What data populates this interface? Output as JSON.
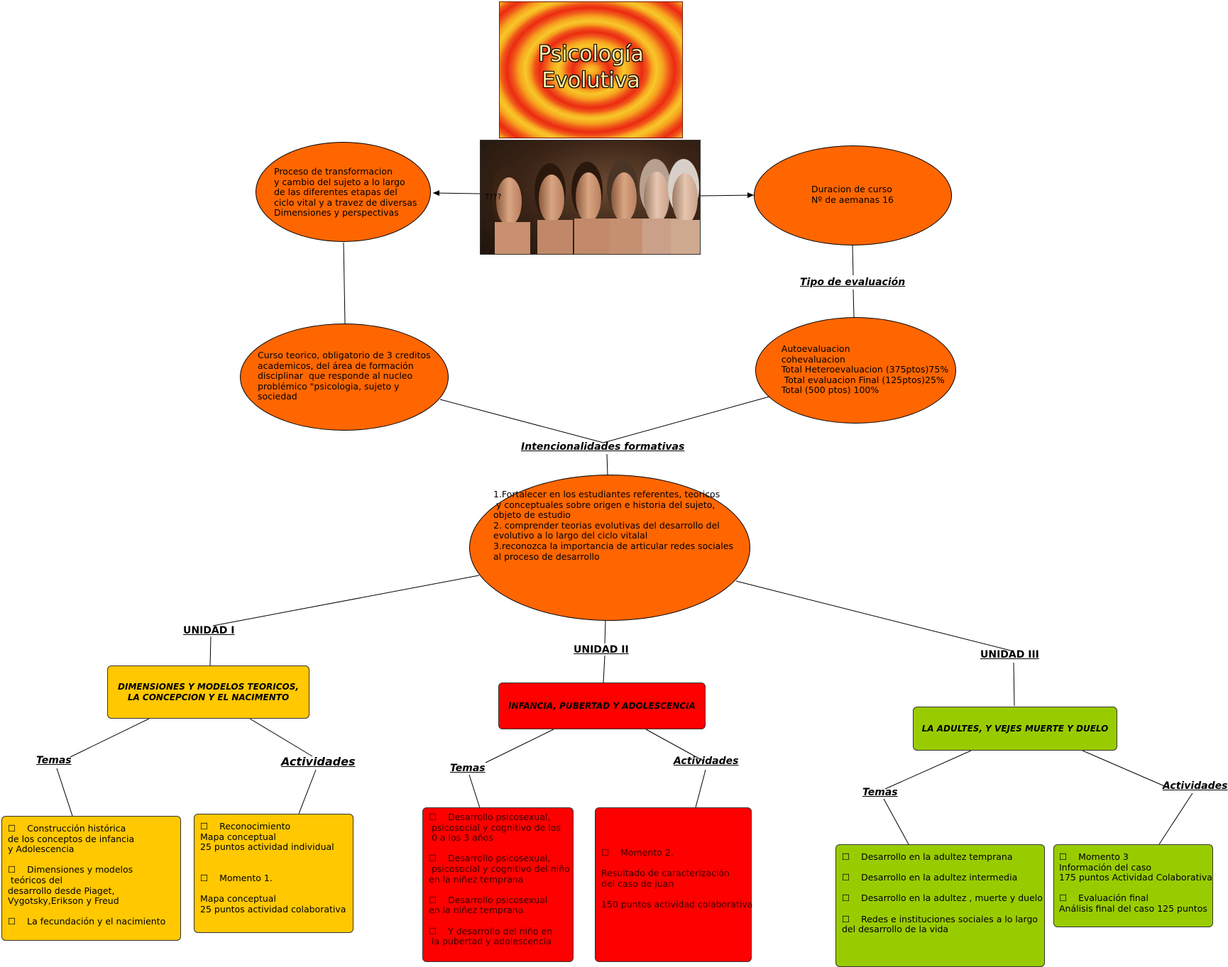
{
  "title": {
    "line1": "Psicología",
    "line2": "Evolutiva"
  },
  "photo": {
    "caption": "????"
  },
  "ovals": {
    "definition": "Proceso de transformacion\ny cambio del sujeto a lo largo\nde las diferentes etapas del\nciclo vital y a travez de diversas\nDimensiones y perspectivas",
    "duration": "Duracion de curso\nNº de aemanas 16",
    "course": "Curso teorico, obligatorio de 3 creditos\nacademicos, del área de formación\ndisciplinar  que responde al nucleo\nproblémico \"psicologia, sujeto y\nsociedad",
    "evaluation": "Autoevaluacion\ncohevaluacion\nTotal Heteroevaluacion (375ptos)75%\n Total evaluacion Final (125ptos)25%\nTotal (500 ptos) 100%",
    "objectives": "1.Fortalecer en los estudiantes referentes, teoricos\n y conceptuales sobre origen e historia del sujeto,\nobjeto de estudio\n2. comprender teorias evolutivas del desarrollo del\nevolutivo a lo largo del ciclo vitalal\n3.reconozca la importancia de articular redes sociales\nal proceso de desarrollo"
  },
  "labels": {
    "evaluation_type": "Tipo de evaluación",
    "formative": "Intencionalidades formativas",
    "unit1": "UNIDAD I",
    "unit2": "UNIDAD II",
    "unit3": "UNIDAD III",
    "temas": "Temas",
    "actividades": "Actividades"
  },
  "units": {
    "unit1_title": "DIMENSIONES Y MODELOS TEORICOS,\nLA CONCEPCION Y EL NACIMENTO",
    "unit2_title": "INFANCIA, PUBERTAD Y ADOLESCENCIA",
    "unit3_title": "LA ADULTES, Y VEJES MUERTE Y DUELO"
  },
  "boxes": {
    "u1_temas": "☐    Construcción histórica\nde los conceptos de infancia\ny Adolescencia\n\n☐    Dimensiones y modelos\n teóricos del\ndesarrollo desde Piaget,\nVygotsky,Erikson y Freud\n\n☐    La fecundación y el nacimiento",
    "u1_actividades": "☐    Reconocimiento\nMapa conceptual\n25 puntos actividad individual\n\n\n☐    Momento 1.\n\nMapa conceptual\n25 puntos actividad colaborativa",
    "u2_temas": "☐    Desarrollo psicosexual,\n psicosocial y cognitivo de los\n 0 a los 3 años\n\n☐    Desarrollo psicosexual,\n psicosocial y cognitivo del niño\nen la niñez temprana\n\n☐    Desarrollo psicosexual\nen la niñez temprana\n\n☐    Y desarrollo del niño en\n la pubertad y adolescencia",
    "u2_actividades": "☐    Momento 2.\n\nResultado de caracterización\ndel caso de juan\n\n150 puntos actividad colaborativa",
    "u3_temas": "☐    Desarrollo en la adultez temprana\n\n☐    Desarrollo en la adultez intermedia\n\n☐    Desarrollo en la adultez , muerte y duelo\n\n☐    Redes e instituciones sociales a lo largo\ndel desarrollo de la vida",
    "u3_actividades": "☐    Momento 3\nInformación del caso\n175 puntos Actividad Colaborativa\n\n☐    Evaluación final\nAnálisis final del caso 125 puntos"
  },
  "colors": {
    "oval": "#ff6600",
    "unit1": "#ffc800",
    "unit2": "#ff0000",
    "unit3": "#99cc00"
  }
}
